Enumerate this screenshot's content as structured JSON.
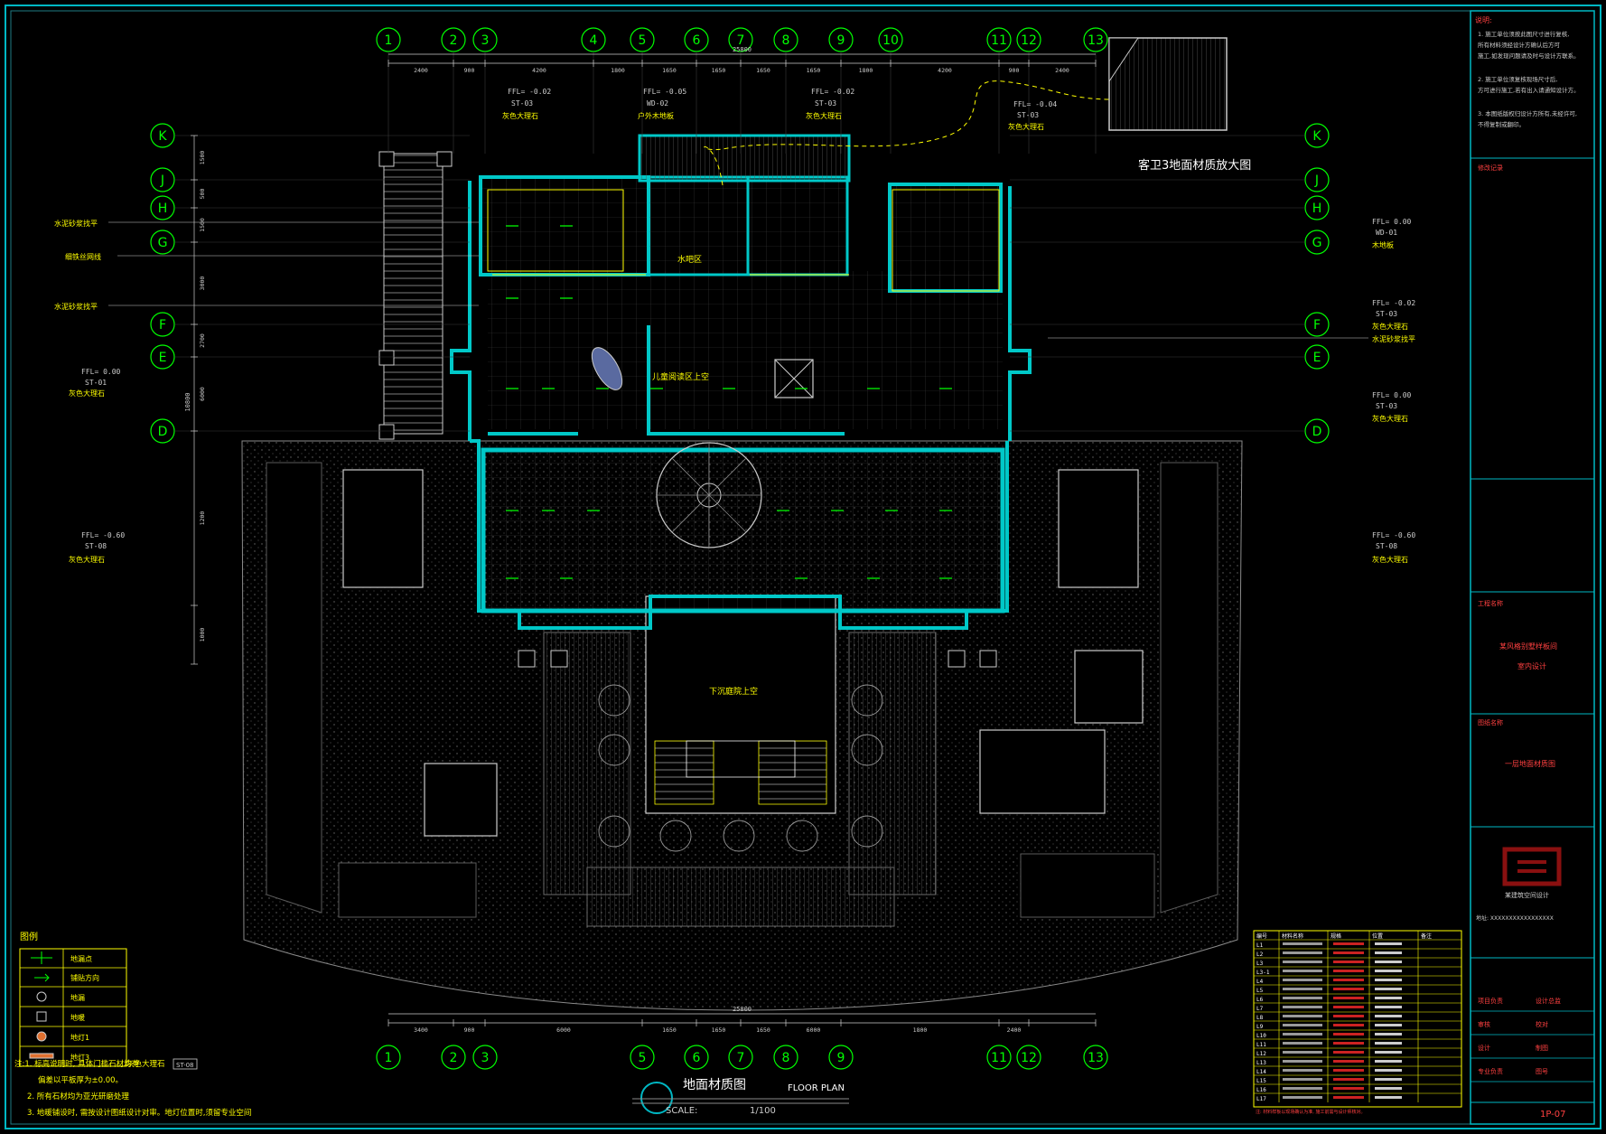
{
  "drawing": {
    "title_cn": "地面材质图",
    "title_en": "FLOOR PLAN",
    "scale_label": "SCALE:",
    "scale_value": "1/100"
  },
  "grid_columns": [
    "1",
    "2",
    "3",
    "4",
    "5",
    "6",
    "7",
    "8",
    "9",
    "10",
    "11",
    "12",
    "13"
  ],
  "grid_columns_bottom": [
    "1",
    "2",
    "3",
    "5",
    "6",
    "7",
    "8",
    "9",
    "11",
    "12",
    "13"
  ],
  "grid_rows": [
    "K",
    "J",
    "H",
    "G",
    "F",
    "E",
    "D"
  ],
  "dims_top": [
    "2400",
    "900",
    "4200",
    "1800",
    "1650",
    "1650",
    "1650",
    "1650",
    "1800",
    "4200",
    "900",
    "2400"
  ],
  "dims_top_total": "25800",
  "dims_bottom": [
    "3400",
    "900",
    "6000",
    "1650",
    "1650",
    "1650",
    "6000",
    "1800",
    "2400"
  ],
  "dims_bottom_total": "25800",
  "dims_left": [
    "1500",
    "500",
    "1500",
    "3000",
    "2700",
    "6000",
    "1200",
    "1000"
  ],
  "dims_left_total": "10800",
  "inset": {
    "title": "客卫3地面材质放大图"
  },
  "fl_tags": [
    {
      "level": "FFL= -0.02",
      "code": "ST-03",
      "note": "灰色大理石"
    },
    {
      "level": "FFL= -0.05",
      "code": "WD-02",
      "note": "户外木地板"
    },
    {
      "level": "FFL= -0.02",
      "code": "ST-03",
      "note": "灰色大理石"
    },
    {
      "level": "FFL= -0.04",
      "code": "ST-03",
      "note": "灰色大理石"
    },
    {
      "level": "FFL= 0.00",
      "code": "ST-01",
      "note": "灰色大理石"
    },
    {
      "level": "FFL= -0.60",
      "code": "ST-08",
      "note": "灰色大理石"
    },
    {
      "level": "FFL= 0.00",
      "code": "WD-01",
      "note": "木地板"
    },
    {
      "level": "FFL= -0.02",
      "code": "ST-03",
      "note": "灰色大理石"
    },
    {
      "level": "FFL= 0.00",
      "code": "ST-03",
      "note": "灰色大理石"
    },
    {
      "level": "FFL= -0.60",
      "code": "ST-08",
      "note": "灰色大理石"
    }
  ],
  "left_notes": [
    "水泥砂浆找平",
    "细铁丝网线",
    "水泥砂浆找平"
  ],
  "right_notes": [
    "水泥砂浆找平"
  ],
  "rooms": [
    "儿童阅读区上空",
    "下沉庭院上空",
    "水吧区"
  ],
  "legend": {
    "title": "图例",
    "items": [
      "地漏点",
      "铺贴方向",
      "地漏",
      "地暖",
      "地灯1",
      "地灯3"
    ]
  },
  "notes": {
    "n1": "注:1. 标高说明时, 具体门槛石材均有",
    "n1b": "偏差以平板厚为±0.00。",
    "n1tag": "灰色大理石",
    "n1code": "ST-08",
    "n2": "2. 所有石材均为亚光研磨处理",
    "n3": "3. 地暖铺设时, 需按设计图纸设计对审。地灯位置时,须留专业空间"
  },
  "schedule": {
    "headers": [
      "编号",
      "材料名称",
      "规格",
      "位置",
      "备注"
    ],
    "rows": [
      "L1",
      "L2",
      "L3",
      "L3-1",
      "L4",
      "L5",
      "L6",
      "L7",
      "L8",
      "L9",
      "L10",
      "L11",
      "L12",
      "L13",
      "L14",
      "L15",
      "L16",
      "L17"
    ],
    "footnote": "注: 材料样板以现场确认为准, 施工前需与设计师核对。"
  },
  "title_block": {
    "notes_header": "说明:",
    "notes_lines": [
      "1. 施工单位须按此图尺寸进行复核,",
      "所有材料须经设计方确认后方可",
      "施工,如发现问题请及时与设计方联系。",
      "2. 施工单位须复核现场尺寸后,",
      "方可进行施工,若有出入请通知设计方。",
      "3. 本图纸版权归设计方所有,未经许可,",
      "不得复制或翻印。"
    ],
    "revision": "修改记录",
    "project_label": "工程名称",
    "project_name": "某风格别墅样板间",
    "project_sub": "室内设计",
    "drawing_label": "图纸名称",
    "drawing_name": "一层地面材质图",
    "company": "某建筑空间设计",
    "address": "地址: XXXXXXXXXXXXXXXXX",
    "roles": [
      "项目负责",
      "设计总监",
      "审核",
      "校对",
      "设计",
      "制图",
      "专业负责",
      "图号"
    ],
    "sheet_no": "1P-07"
  },
  "colors": {
    "background": "#000000",
    "frame": "#00b7c3",
    "wall": "#00c8c8",
    "text_yellow": "#ffff00",
    "axis_green": "#00ff00",
    "red_text": "#ff4040",
    "hatch": "#606060"
  }
}
